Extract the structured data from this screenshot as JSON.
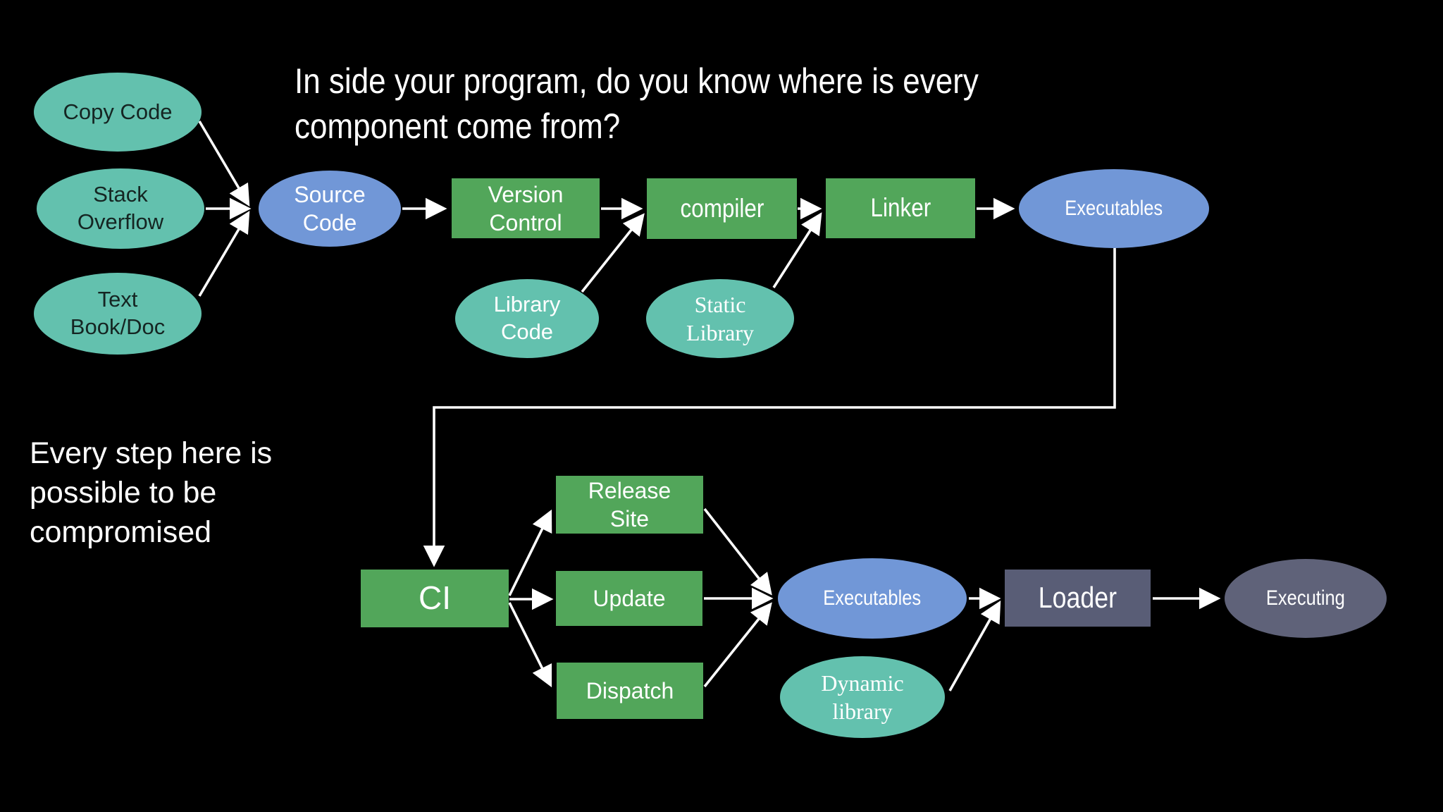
{
  "title": "In side your program, do you know where is every component come from?",
  "side_note": "Every step here is possible to be compromised",
  "colors": {
    "background": "#000000",
    "teal_ellipse": "#63c1ae",
    "green_box": "#52a65a",
    "blue_ellipse": "#7197d7",
    "gray_box": "#595d76",
    "gray_ellipse": "#5f6279",
    "arrow": "#ffffff",
    "light_text": "#ffffff",
    "dark_text": "#152522"
  },
  "nodes": {
    "copy_code": {
      "label": "Copy Code",
      "shape": "ellipse",
      "color": "teal"
    },
    "stack_overflow": {
      "label": "Stack Overflow",
      "shape": "ellipse",
      "color": "teal"
    },
    "text_book_doc": {
      "label": "Text Book/Doc",
      "shape": "ellipse",
      "color": "teal"
    },
    "source_code": {
      "label": "Source Code",
      "shape": "ellipse",
      "color": "blue"
    },
    "version_control": {
      "label": "Version Control",
      "shape": "rect",
      "color": "green"
    },
    "compiler": {
      "label": "compiler",
      "shape": "rect",
      "color": "green"
    },
    "linker": {
      "label": "Linker",
      "shape": "rect",
      "color": "green"
    },
    "executables_top": {
      "label": "Executables",
      "shape": "ellipse",
      "color": "blue"
    },
    "library_code": {
      "label": "Library Code",
      "shape": "ellipse",
      "color": "teal"
    },
    "static_library": {
      "label": "Static Library",
      "shape": "ellipse",
      "color": "teal"
    },
    "ci": {
      "label": "CI",
      "shape": "rect",
      "color": "green"
    },
    "release_site": {
      "label": "Release Site",
      "shape": "rect",
      "color": "green"
    },
    "update": {
      "label": "Update",
      "shape": "rect",
      "color": "green"
    },
    "dispatch": {
      "label": "Dispatch",
      "shape": "rect",
      "color": "green"
    },
    "executables_bottom": {
      "label": "Executables",
      "shape": "ellipse",
      "color": "blue"
    },
    "loader": {
      "label": "Loader",
      "shape": "rect",
      "color": "gray"
    },
    "executing": {
      "label": "Executing",
      "shape": "ellipse",
      "color": "gray"
    },
    "dynamic_library": {
      "label": "Dynamic library",
      "shape": "ellipse",
      "color": "teal"
    }
  },
  "edges": [
    {
      "from": "copy_code",
      "to": "source_code"
    },
    {
      "from": "stack_overflow",
      "to": "source_code"
    },
    {
      "from": "text_book_doc",
      "to": "source_code"
    },
    {
      "from": "source_code",
      "to": "version_control"
    },
    {
      "from": "version_control",
      "to": "compiler"
    },
    {
      "from": "library_code",
      "to": "compiler"
    },
    {
      "from": "compiler",
      "to": "linker"
    },
    {
      "from": "static_library",
      "to": "linker"
    },
    {
      "from": "linker",
      "to": "executables_top"
    },
    {
      "from": "executables_top",
      "to": "ci"
    },
    {
      "from": "ci",
      "to": "release_site"
    },
    {
      "from": "ci",
      "to": "update"
    },
    {
      "from": "ci",
      "to": "dispatch"
    },
    {
      "from": "release_site",
      "to": "executables_bottom"
    },
    {
      "from": "update",
      "to": "executables_bottom"
    },
    {
      "from": "dispatch",
      "to": "executables_bottom"
    },
    {
      "from": "executables_bottom",
      "to": "loader"
    },
    {
      "from": "dynamic_library",
      "to": "loader"
    },
    {
      "from": "loader",
      "to": "executing"
    }
  ]
}
